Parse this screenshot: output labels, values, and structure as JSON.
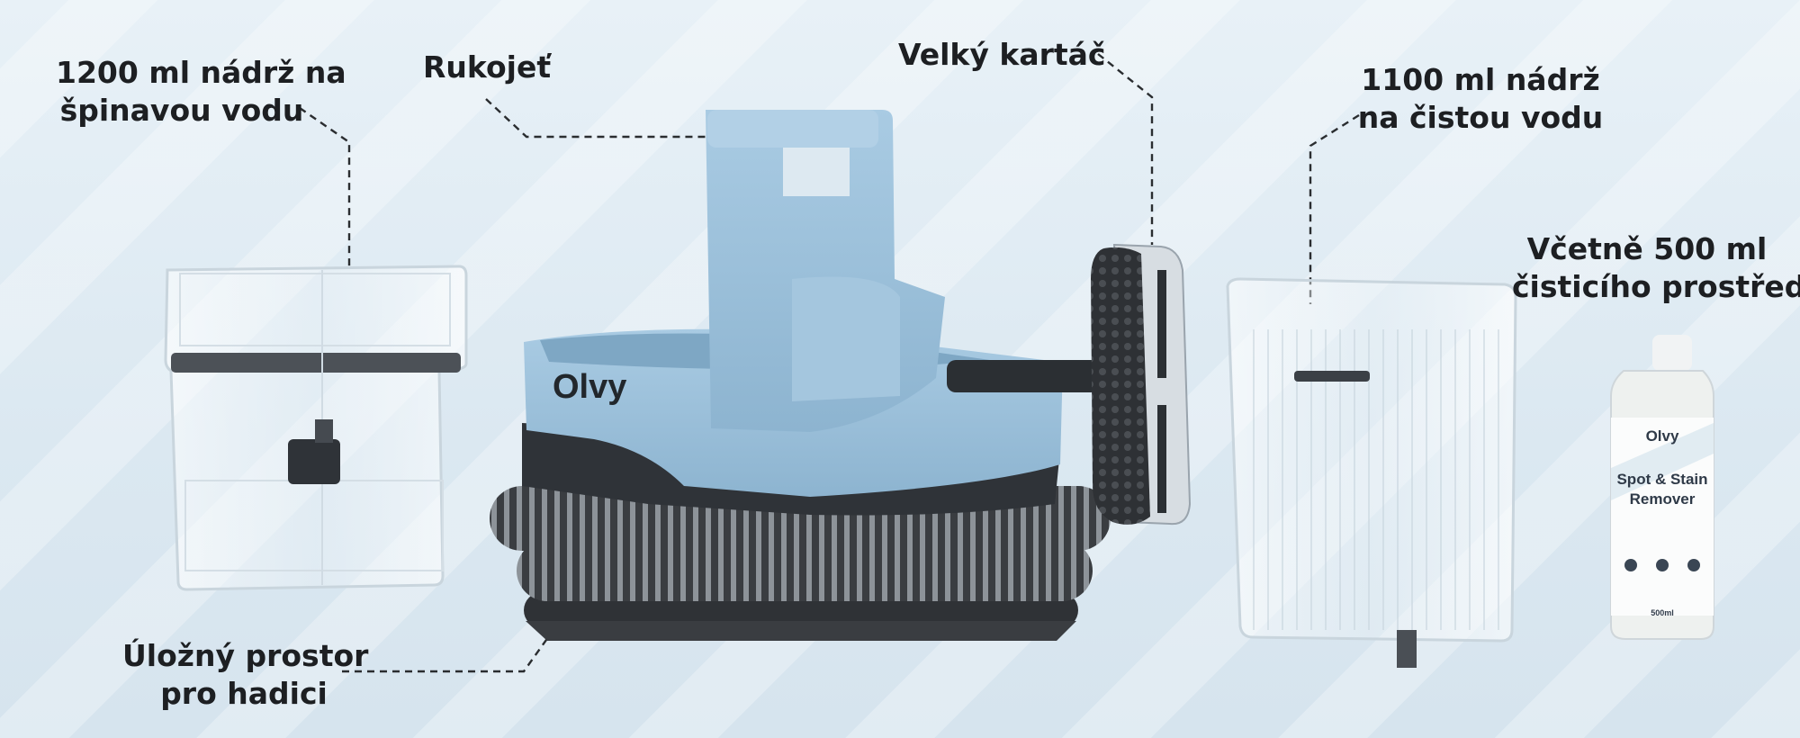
{
  "labels": {
    "dirty_tank": {
      "line1": "1200 ml nádrž na",
      "line2": "špinavou vodu"
    },
    "handle": "Rukojeť",
    "brush": "Velký kartáč",
    "clean_tank": {
      "line1": "1100 ml nádrž",
      "line2": "na čistou vodu"
    },
    "detergent": {
      "line1": "Včetně 500 ml",
      "line2": "čisticího prostředku"
    },
    "hose_storage": {
      "line1": "Úložný prostor",
      "line2": "pro hadici"
    }
  },
  "device": {
    "brand": "Olvy"
  },
  "bottle": {
    "brand": "Olvy",
    "name_line1": "Spot & Stain",
    "name_line2": "Remover",
    "volume": "500ml"
  },
  "colors": {
    "body_blue": "#9cc1db",
    "dark_trim": "#2b2f33",
    "background": "#e3edf4"
  }
}
